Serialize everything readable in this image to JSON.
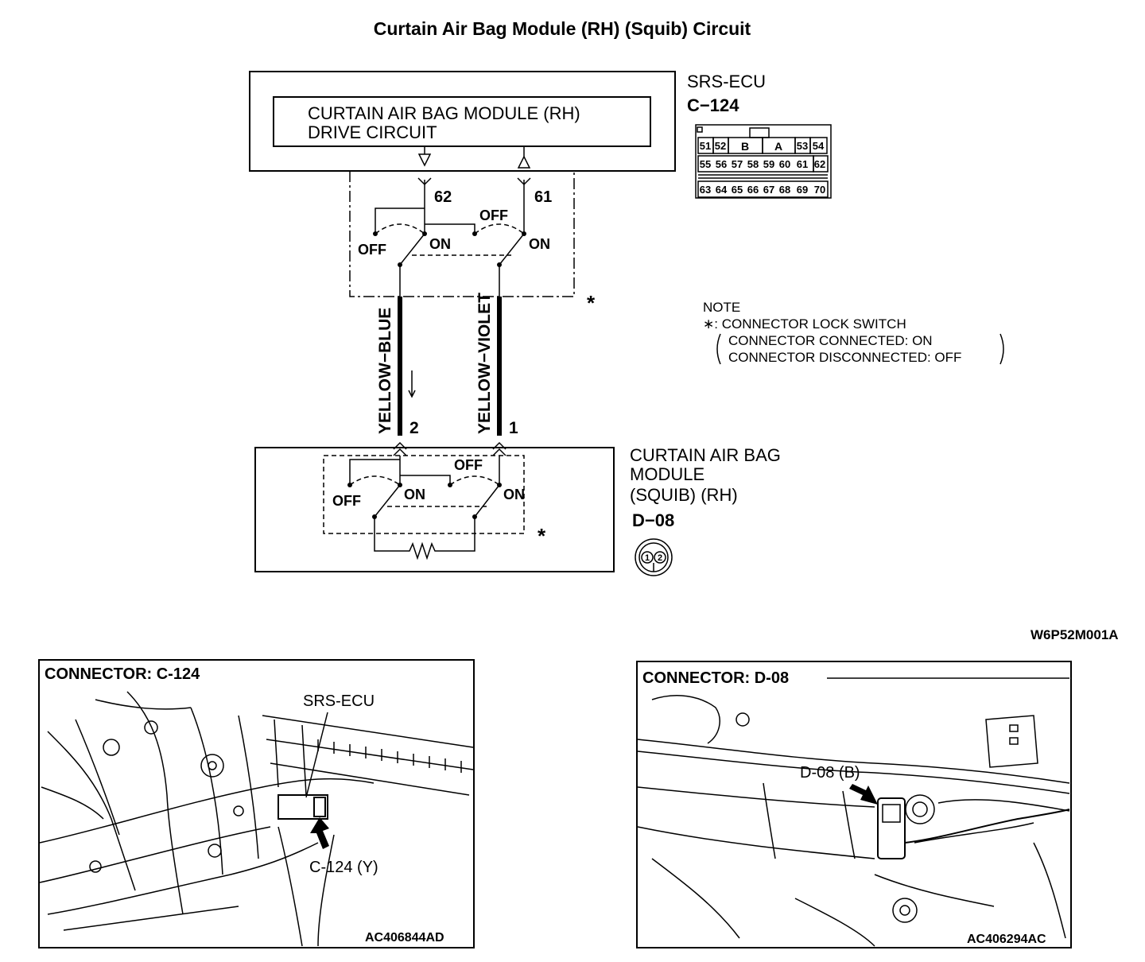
{
  "title": "Curtain Air Bag Module (RH) (Squib) Circuit",
  "ecu": {
    "name": "SRS-ECU",
    "connector": "C−124",
    "box_line1": "CURTAIN AIR BAG MODULE (RH)",
    "box_line2": "DRIVE CIRCUIT",
    "pin_upper": "62",
    "pin_lower": "61",
    "off": "OFF",
    "on": "ON",
    "face_row1": [
      "51",
      "52",
      "B",
      "A",
      "53",
      "54"
    ],
    "face_row2": [
      "55",
      "56",
      "57",
      "58",
      "59",
      "60",
      "61",
      "62"
    ],
    "face_row3": [
      "63",
      "64",
      "65",
      "66",
      "67",
      "68",
      "69",
      "70"
    ]
  },
  "wires": {
    "left": "YELLOW−BLUE",
    "right": "YELLOW−VIOLET",
    "pin_left": "2",
    "pin_right": "1"
  },
  "star": "*",
  "note": {
    "heading": "NOTE",
    "star_line": "∗: CONNECTOR LOCK SWITCH",
    "line2": "CONNECTOR CONNECTED: ON",
    "line3": "CONNECTOR DISCONNECTED: OFF"
  },
  "module": {
    "line1": "CURTAIN AIR BAG",
    "line2": "MODULE",
    "line3": "(SQUIB) (RH)",
    "connector": "D−08",
    "face_pins": [
      "1",
      "2"
    ],
    "off": "OFF",
    "on": "ON"
  },
  "figure_code": "W6P52M001A",
  "photo_left": {
    "header": "CONNECTOR: C-124",
    "callout_top": "SRS-ECU",
    "callout_bottom": "C-124 (Y)",
    "code": "AC406844AD"
  },
  "photo_right": {
    "header": "CONNECTOR: D-08",
    "callout": "D-08 (B)",
    "code": "AC406294AC"
  }
}
